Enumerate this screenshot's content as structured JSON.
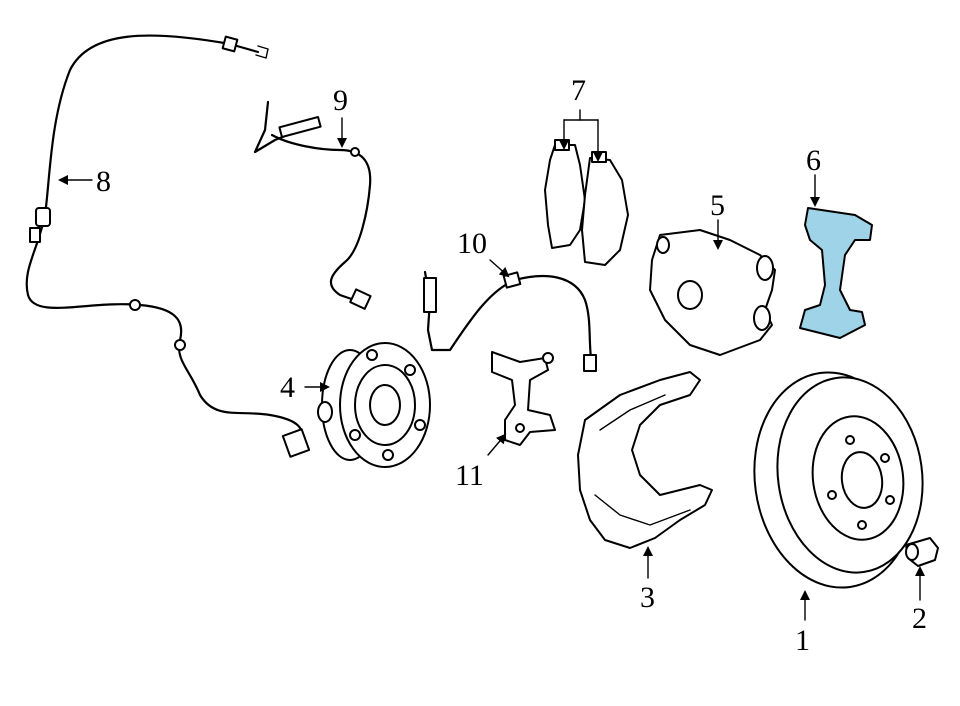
{
  "diagram": {
    "highlight_color": "#9fd3e8",
    "line_color": "#000000",
    "callouts": [
      {
        "id": "rotor",
        "label": "1"
      },
      {
        "id": "bolt",
        "label": "2"
      },
      {
        "id": "splash-shield",
        "label": "3"
      },
      {
        "id": "hub-bearing",
        "label": "4"
      },
      {
        "id": "caliper",
        "label": "5"
      },
      {
        "id": "caliper-bracket",
        "label": "6"
      },
      {
        "id": "brake-pads",
        "label": "7"
      },
      {
        "id": "abs-sensor-harness",
        "label": "8"
      },
      {
        "id": "pad-wear-sensor",
        "label": "9"
      },
      {
        "id": "brake-hose",
        "label": "10"
      },
      {
        "id": "hose-bracket",
        "label": "11"
      }
    ]
  }
}
